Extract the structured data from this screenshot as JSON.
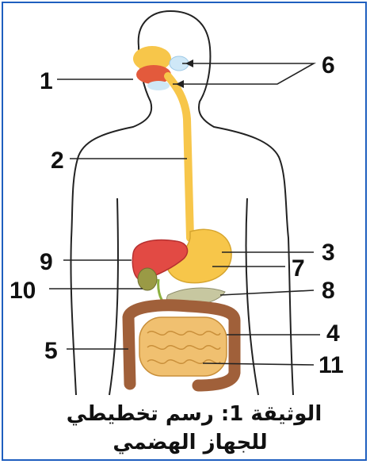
{
  "caption": {
    "line1": "الوثيقة 1: رسم تخطيطي",
    "line2": "للجهاز الهضمي"
  },
  "labels": {
    "n1": "1",
    "n2": "2",
    "n3": "3",
    "n4": "4",
    "n5": "5",
    "n6": "6",
    "n7": "7",
    "n8": "8",
    "n9": "9",
    "n10": "10",
    "n11": "11"
  },
  "colors": {
    "frame": "#1f5fbf",
    "outline": "#222222",
    "esophagus": "#f7c64a",
    "stomach": "#f7c64a",
    "liver": "#e24a44",
    "gallbladder": "#9a9a45",
    "intestine_large": "#a0603a",
    "intestine_small": "#f0c070",
    "pancreas": "#c7c7a0",
    "mouth": "#e35a3c",
    "salivary": "#cfe8f7"
  }
}
